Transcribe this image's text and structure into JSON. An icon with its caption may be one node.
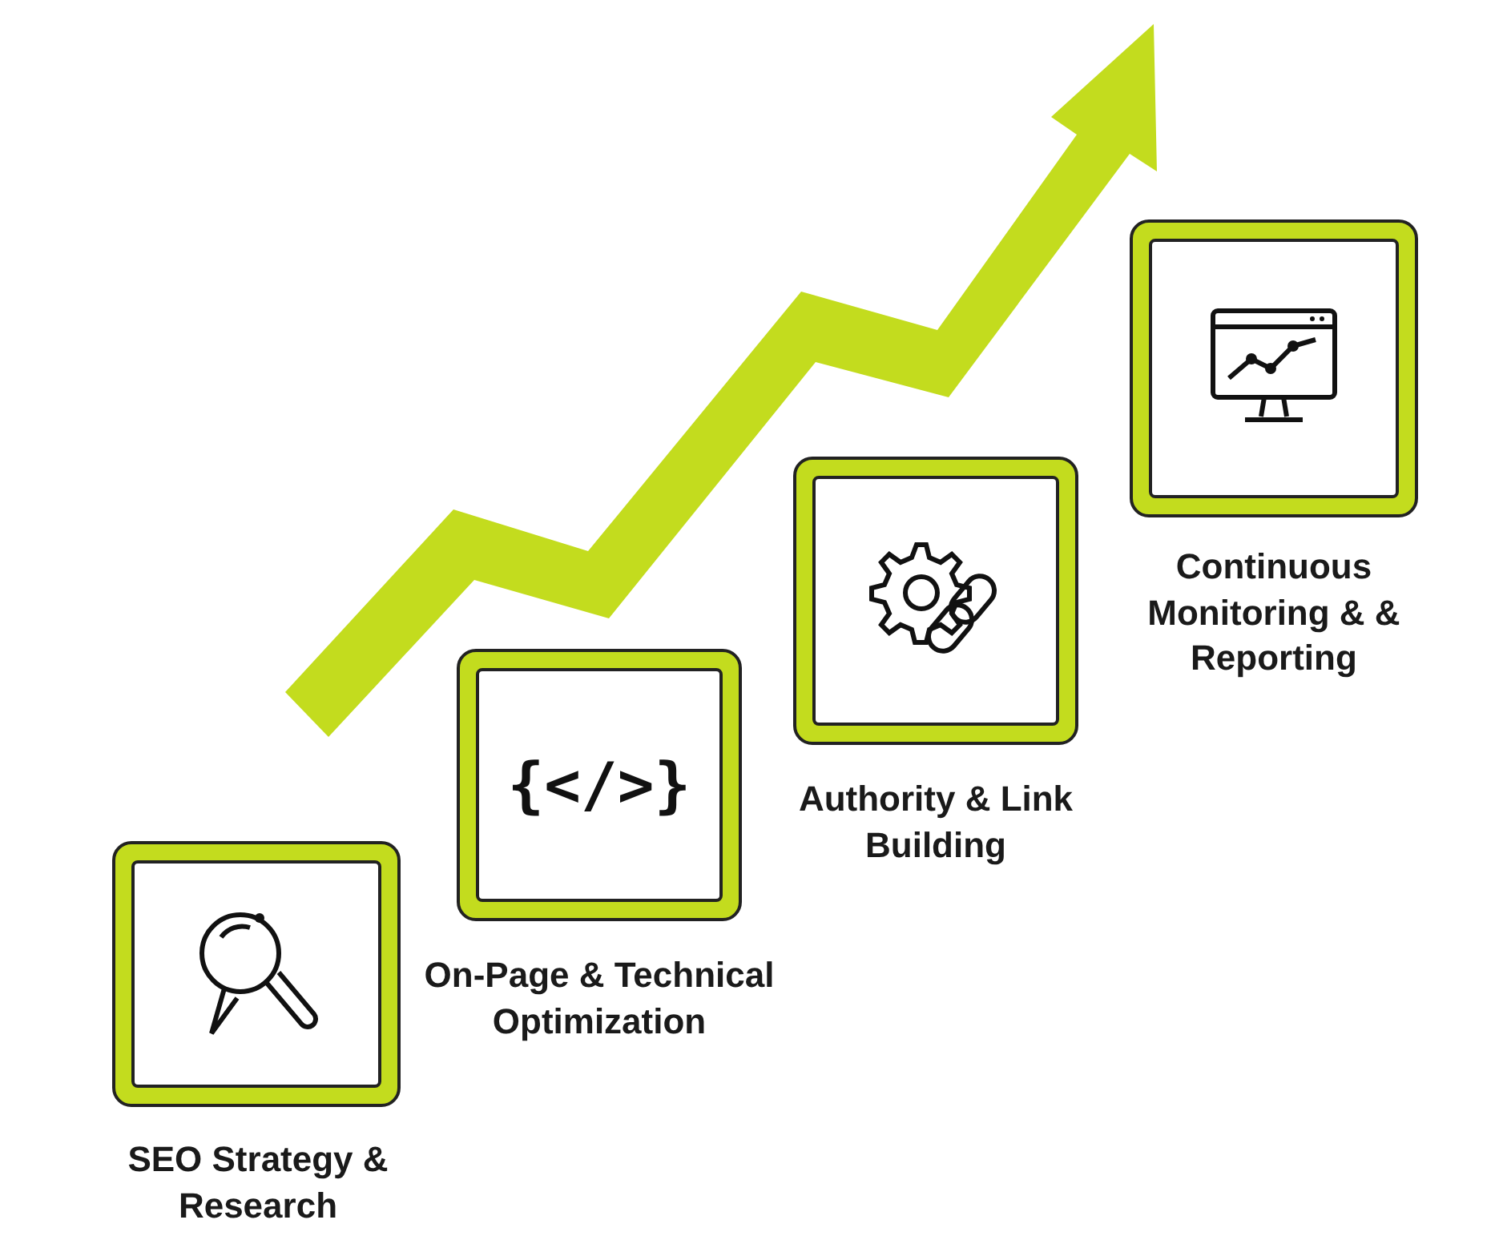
{
  "diagram": {
    "nodes": [
      {
        "text": [],
        "shape": "box",
        "beside": [
          "SEO Strategy & Research"
        ]
      },
      {
        "text": [
          "{</>}"
        ],
        "beside": [
          "On-Page & Technical Optimization"
        ]
      },
      {
        "text": [],
        "shape": "box",
        "beside": [
          "Authority & Link Building"
        ]
      },
      {
        "text": [],
        "shape": "box",
        "beside": [
          "Continuous Monitoring & & Reporting"
        ]
      }
    ],
    "edges": []
  }
}
